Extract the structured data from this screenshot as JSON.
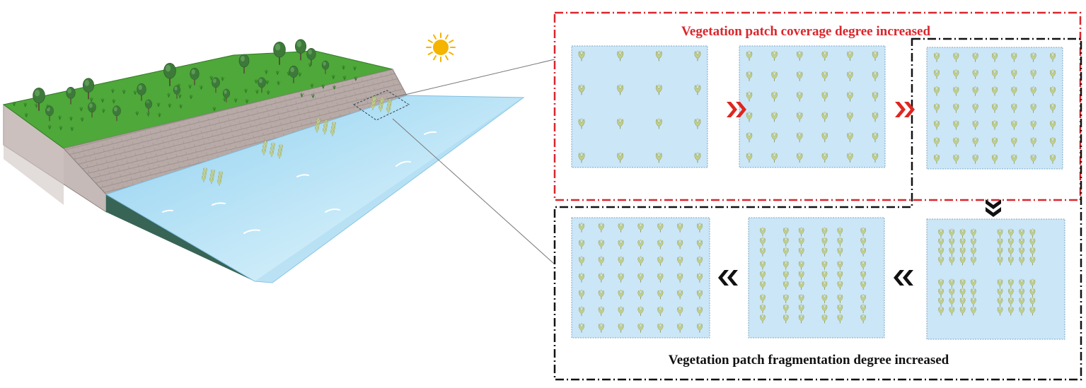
{
  "top_label": "Vegetation patch coverage degree increased",
  "bottom_label": "Vegetation patch fragmentation degree increased",
  "colors": {
    "coverage_frame": "#d9262c",
    "fragmentation_frame": "#111111",
    "panel_fill": "#cbe6f7",
    "panel_border": "#7fa6c0",
    "plant": "#c2cf8a",
    "arrow_red": "#e0251f",
    "arrow_black": "#111111",
    "grass": "#4ea83a",
    "bank": "#b8aca9",
    "water": "#bfe4f6",
    "sun": "#f4b400"
  },
  "icons": {
    "sun": "sun-icon",
    "arrow_right": "double-chevron-right-icon",
    "arrow_down": "double-chevron-down-icon",
    "arrow_left": "double-chevron-left-icon"
  },
  "panels": [
    {
      "id": "coverage-1",
      "layout": "grid",
      "rows": 4,
      "cols": 4
    },
    {
      "id": "coverage-2",
      "layout": "grid",
      "rows": 6,
      "cols": 6
    },
    {
      "id": "coverage-3",
      "layout": "grid",
      "rows": 7,
      "cols": 7
    },
    {
      "id": "fragmentation-1",
      "layout": "blocks",
      "block_rows": 2,
      "block_cols": 2,
      "rows": 4,
      "cols": 4
    },
    {
      "id": "fragmentation-2",
      "layout": "blocks",
      "block_rows": 3,
      "block_cols": 3,
      "rows": 3,
      "cols": 2
    },
    {
      "id": "fragmentation-3",
      "layout": "grid",
      "rows": 7,
      "cols": 7
    }
  ]
}
